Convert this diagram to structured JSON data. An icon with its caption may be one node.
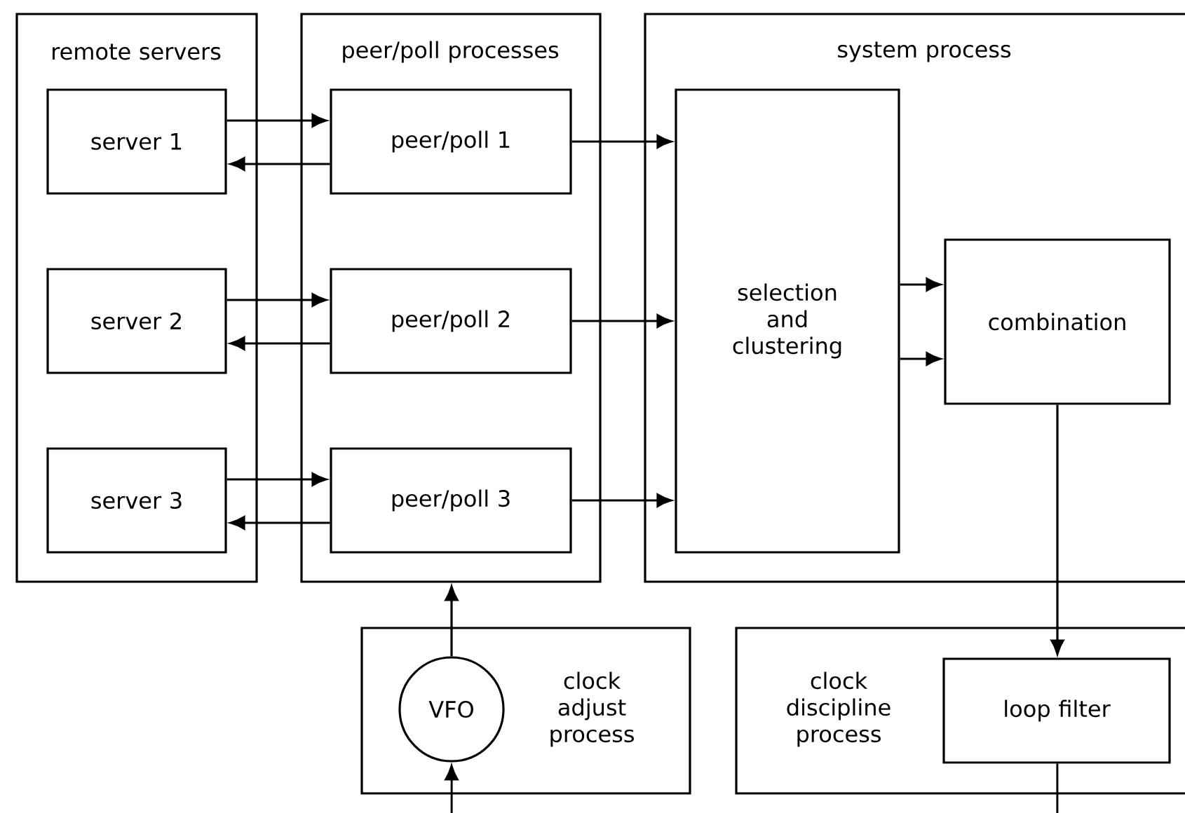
{
  "diagram": {
    "nodes": [
      {
        "text": [
          "remote servers"
        ]
      },
      {
        "text": [
          "server 1"
        ],
        "in": 0
      },
      {
        "text": [
          "server 2"
        ],
        "in": 0
      },
      {
        "text": [
          "server 3"
        ],
        "in": 0
      },
      {
        "text": [
          "peer/poll processes"
        ]
      },
      {
        "text": [
          "peer/poll 1"
        ],
        "in": 4
      },
      {
        "text": [
          "peer/poll 2"
        ],
        "in": 4
      },
      {
        "text": [
          "peer/poll 3"
        ],
        "in": 4
      },
      {
        "text": [
          "system process"
        ]
      },
      {
        "text": [
          "selection and clustering"
        ],
        "in": 8
      },
      {
        "text": [
          "combination"
        ],
        "in": 8
      },
      {
        "text": [
          "clock adjust process"
        ]
      },
      {
        "text": [
          "VFO"
        ],
        "in": 11
      },
      {
        "text": [
          "clock discipline process"
        ]
      },
      {
        "text": [
          "loop filter"
        ],
        "in": 13
      }
    ],
    "edges": [
      {
        "from": 1,
        "to": 5,
        "arrow": "to"
      },
      {
        "from": 5,
        "to": 1,
        "arrow": "to"
      },
      {
        "from": 2,
        "to": 6,
        "arrow": "to"
      },
      {
        "from": 6,
        "to": 2,
        "arrow": "to"
      },
      {
        "from": 3,
        "to": 7,
        "arrow": "to"
      },
      {
        "from": 7,
        "to": 3,
        "arrow": "to"
      },
      {
        "from": 5,
        "to": 9,
        "arrow": "to"
      },
      {
        "from": 6,
        "to": 9,
        "arrow": "to"
      },
      {
        "from": 7,
        "to": 9,
        "arrow": "to"
      },
      {
        "from": 9,
        "to": 10,
        "arrow": "to"
      },
      {
        "from": 9,
        "to": 10,
        "arrow": "to"
      },
      {
        "from": 10,
        "to": 14,
        "arrow": "to"
      },
      {
        "from": 12,
        "to": 4,
        "arrow": "to"
      },
      {
        "from": null,
        "to": 12,
        "arrow": "to"
      },
      {
        "from": 14,
        "to": null,
        "arrow": "none"
      }
    ]
  }
}
